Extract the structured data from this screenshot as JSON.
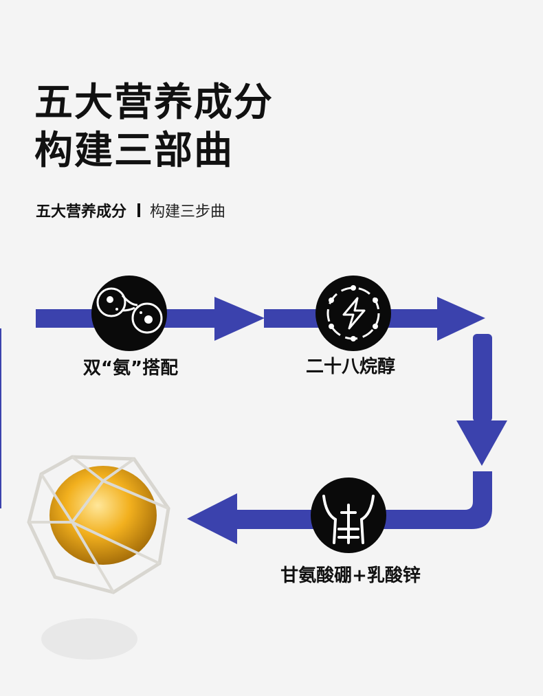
{
  "title": {
    "line1": "五大营养成分",
    "line2": "构建三部曲"
  },
  "subtitle": {
    "bold": "五大营养成分",
    "light": "构建三步曲"
  },
  "steps": [
    {
      "label": "双“氨”搭配",
      "icon": "molecule-icon"
    },
    {
      "label": "二十八烷醇",
      "icon": "energy-bolt-icon"
    },
    {
      "label": "甘氨酸硼+乳酸锌",
      "icon": "muscle-torso-icon"
    }
  ],
  "colors": {
    "arrow": "#3b42ad",
    "circle": "#0a0a0a",
    "background": "#f4f4f4"
  }
}
